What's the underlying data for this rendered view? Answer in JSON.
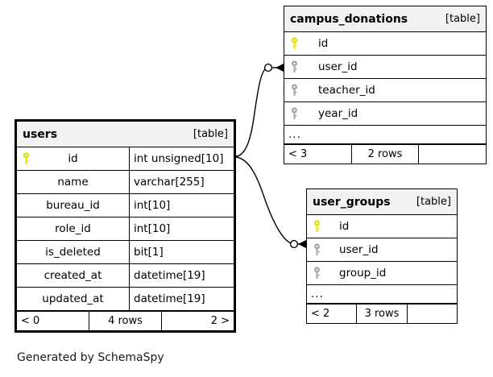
{
  "diagram": {
    "caption": "Generated by SchemaSpy",
    "table_tag": "[table]",
    "ellipsis": "...",
    "key_primary_color": "#e8e800",
    "key_foreign_color": "#aaaaaa",
    "header_bg": "#f2f2f2",
    "line_color": "#000000"
  },
  "tables": {
    "users": {
      "name": "users",
      "tag": "[table]",
      "columns": [
        {
          "key": "primary",
          "name": "id",
          "type": "int unsigned[10]"
        },
        {
          "key": "none",
          "name": "name",
          "type": "varchar[255]"
        },
        {
          "key": "none",
          "name": "bureau_id",
          "type": "int[10]"
        },
        {
          "key": "none",
          "name": "role_id",
          "type": "int[10]"
        },
        {
          "key": "none",
          "name": "is_deleted",
          "type": "bit[1]"
        },
        {
          "key": "none",
          "name": "created_at",
          "type": "datetime[19]"
        },
        {
          "key": "none",
          "name": "updated_at",
          "type": "datetime[19]"
        }
      ],
      "footer": {
        "left": "< 0",
        "middle": "4 rows",
        "right": "2 >"
      }
    },
    "campus_donations": {
      "name": "campus_donations",
      "tag": "[table]",
      "columns": [
        {
          "key": "primary",
          "name": "id"
        },
        {
          "key": "foreign",
          "name": "user_id"
        },
        {
          "key": "foreign",
          "name": "teacher_id"
        },
        {
          "key": "foreign",
          "name": "year_id"
        }
      ],
      "more": "...",
      "footer": {
        "left": "< 3",
        "middle": "2 rows",
        "right": ""
      }
    },
    "user_groups": {
      "name": "user_groups",
      "tag": "[table]",
      "columns": [
        {
          "key": "primary",
          "name": "id"
        },
        {
          "key": "foreign",
          "name": "user_id"
        },
        {
          "key": "foreign",
          "name": "group_id"
        }
      ],
      "more": "...",
      "footer": {
        "left": "< 2",
        "middle": "3 rows",
        "right": ""
      }
    }
  },
  "relationships": [
    {
      "from": "users.id",
      "to": "campus_donations.user_id",
      "type": "one-to-many-optional"
    },
    {
      "from": "users.id",
      "to": "user_groups.user_id",
      "type": "one-to-many-optional"
    }
  ]
}
